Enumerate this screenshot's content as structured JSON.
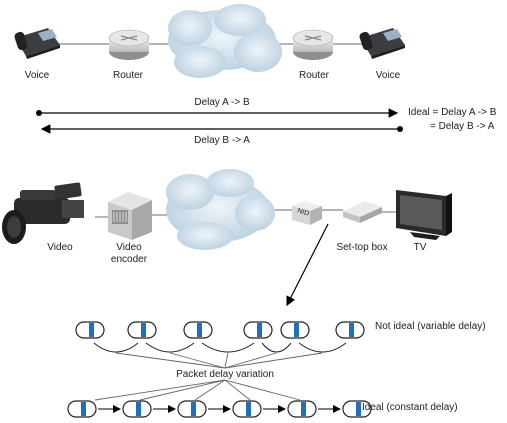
{
  "top": {
    "voice_left": "Voice",
    "router_left": "Router",
    "router_right": "Router",
    "voice_right": "Voice",
    "delay_ab": "Delay A -> B",
    "delay_ba": "Delay B -> A",
    "ideal_line1": "Ideal = Delay A -> B",
    "ideal_line2": "= Delay B -> A"
  },
  "bottom": {
    "video": "Video",
    "encoder_line1": "Video",
    "encoder_line2": "encoder",
    "nid": "NID",
    "settop": "Set-top box",
    "tv": "TV",
    "not_ideal": "Not ideal (variable delay)",
    "pdv": "Packet delay variation",
    "ideal": "Ideal (constant delay)"
  },
  "colors": {
    "packet_stripe": "#1f6fbf",
    "cloud": "#c9dbe8",
    "arrow": "#000000"
  }
}
